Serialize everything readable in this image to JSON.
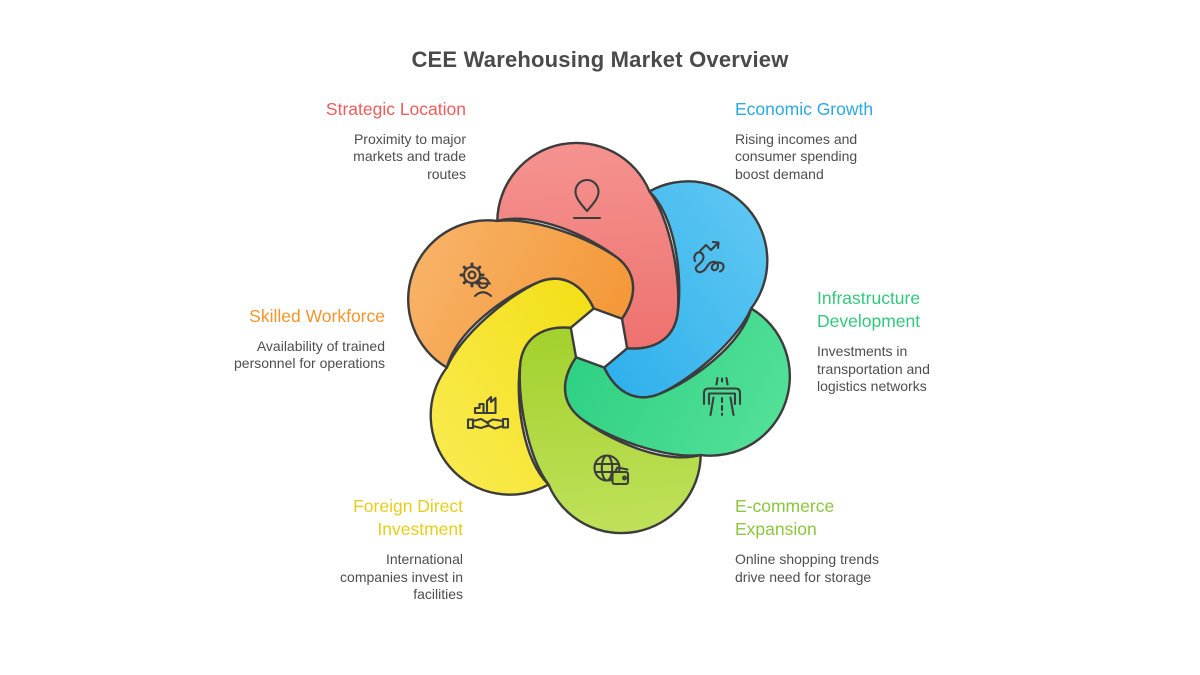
{
  "title": "CEE Warehousing Market Overview",
  "title_color": "#4A4A4A",
  "description_color": "#4E4E4E",
  "stroke_color": "#3C3C3C",
  "background": "#FFFFFF",
  "sections": [
    {
      "id": "strategic-location",
      "label": "Strategic Location",
      "description": "Proximity to major\nmarkets and trade\nroutes",
      "heading_color": "#EF5C5B",
      "petal_light": "#F59390",
      "petal_base": "#ED716E",
      "icon": "location-pin-icon"
    },
    {
      "id": "economic-growth",
      "label": "Economic Growth",
      "description": "Rising incomes and\nconsumer spending\nboost demand",
      "heading_color": "#2BAAE2",
      "petal_light": "#5CC6F2",
      "petal_base": "#2EB0EB",
      "icon": "growth-scribble-icon"
    },
    {
      "id": "infrastructure-development",
      "label": "Infrastructure\nDevelopment",
      "description": "Investments in\ntransportation and\nlogistics networks",
      "heading_color": "#34C87E",
      "petal_light": "#52E097",
      "petal_base": "#2ED083",
      "icon": "highway-icon"
    },
    {
      "id": "e-commerce-expansion",
      "label": "E-commerce\nExpansion",
      "description": "Online shopping trends\ndrive need for storage",
      "heading_color": "#8CC63F",
      "petal_light": "#BFE15A",
      "petal_base": "#A2D02B",
      "icon": "globe-wallet-icon"
    },
    {
      "id": "foreign-direct-investment",
      "label": "Foreign Direct\nInvestment",
      "description": "International\ncompanies invest in\nfacilities",
      "heading_color": "#E7CE1C",
      "petal_light": "#F9EA4D",
      "petal_base": "#F3DF16",
      "icon": "factory-handshake-icon"
    },
    {
      "id": "skilled-workforce",
      "label": "Skilled Workforce",
      "description": "Availability of trained\npersonnel for operations",
      "heading_color": "#F2952C",
      "petal_light": "#F8B266",
      "petal_base": "#F39736",
      "icon": "gear-worker-icon"
    }
  ]
}
